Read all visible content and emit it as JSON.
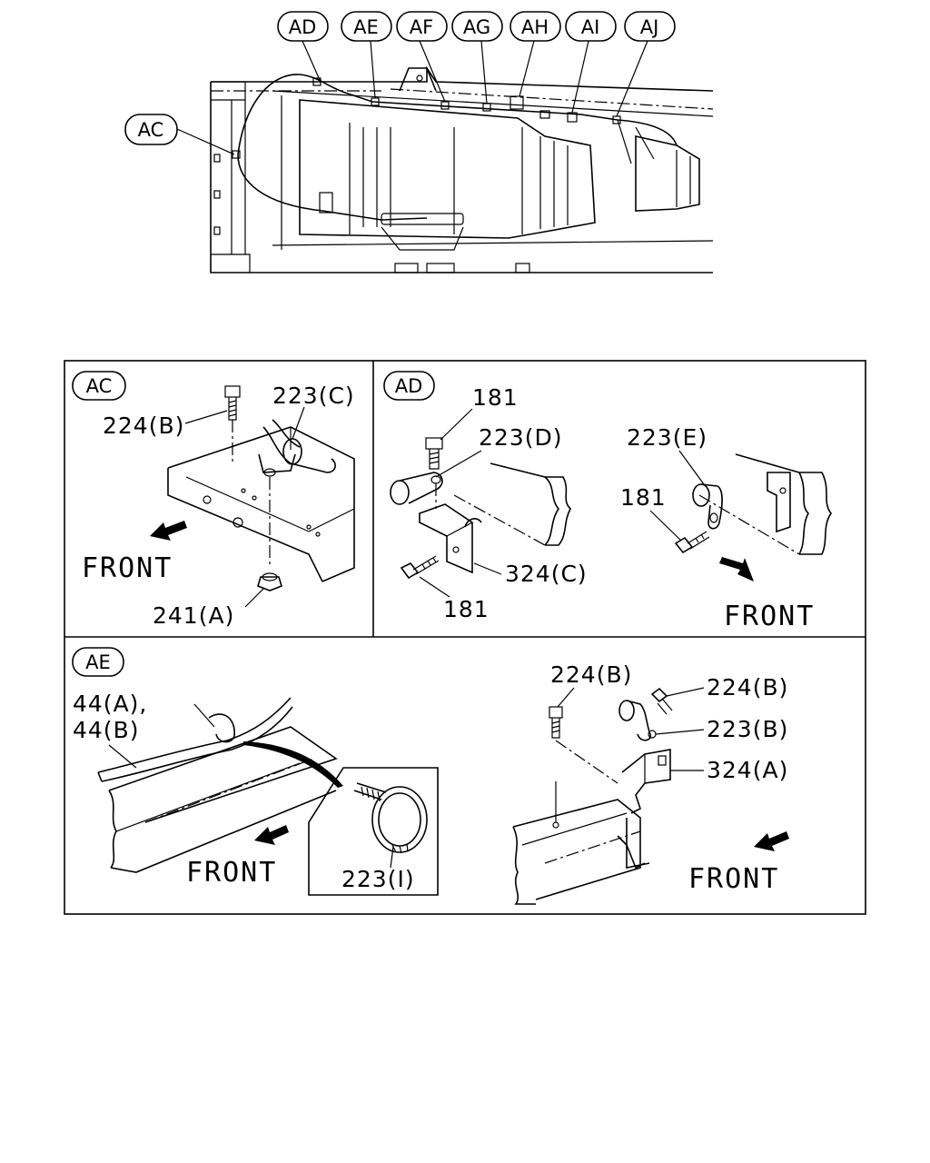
{
  "overview": {
    "callouts": [
      "AD",
      "AE",
      "AF",
      "AG",
      "AH",
      "AI",
      "AJ",
      "AC"
    ]
  },
  "panels": {
    "ac": {
      "tag": "AC",
      "labels": [
        "224(B)",
        "223(C)",
        "241(A)"
      ],
      "front": "FRONT"
    },
    "ad": {
      "tag": "AD",
      "labels": [
        "181",
        "223(D)",
        "324(C)",
        "181",
        "223(E)",
        "181"
      ],
      "front": "FRONT"
    },
    "ae": {
      "tag": "AE",
      "labels": [
        "44(A),",
        "44(B)",
        "223(I)",
        "224(B)",
        "224(B)",
        "223(B)",
        "324(A)"
      ],
      "front_left": "FRONT",
      "front_right": "FRONT"
    }
  }
}
